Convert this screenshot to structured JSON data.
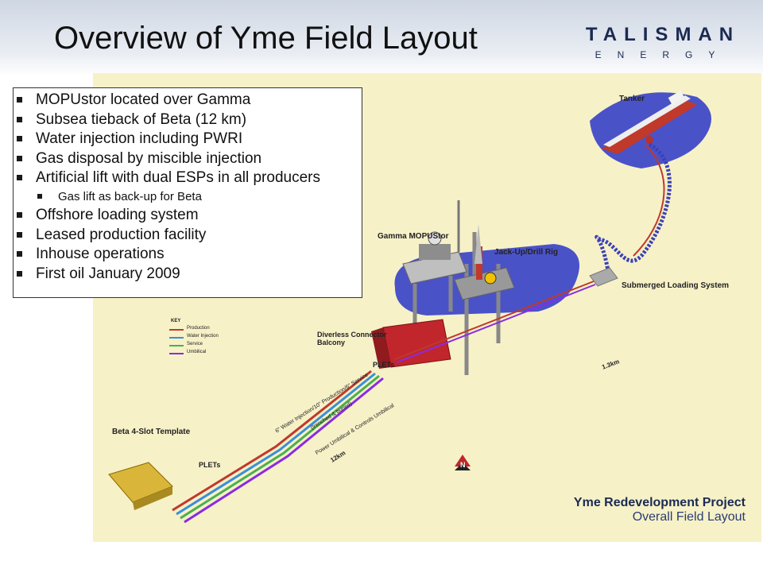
{
  "slide": {
    "title": "Overview of Yme Field Layout",
    "logo": {
      "name": "TALISMAN",
      "sub": "ENERGY"
    }
  },
  "bullets": [
    {
      "text": "MOPUstor located over Gamma",
      "level": 1
    },
    {
      "text": "Subsea tieback of Beta (12 km)",
      "level": 1
    },
    {
      "text": "Water injection including PWRI",
      "level": 1
    },
    {
      "text": "Gas disposal by miscible injection",
      "level": 1
    },
    {
      "text": "Artificial lift with dual ESPs in all producers",
      "level": 1
    },
    {
      "text": "Gas lift as back-up for Beta",
      "level": 2
    },
    {
      "text": "Offshore loading system",
      "level": 1
    },
    {
      "text": "Leased production facility",
      "level": 1
    },
    {
      "text": "Inhouse operations",
      "level": 1
    },
    {
      "text": "First oil January 2009",
      "level": 1
    }
  ],
  "diagram": {
    "labels": {
      "tanker": "Tanker",
      "mopustor": "Gamma MOPUStor",
      "jackup": "Jack-Up/Drill Rig",
      "loading": "Submerged Loading System",
      "connector": "Diverless Connector\nBalcony",
      "plets_top": "PLETs",
      "plets_bottom": "PLETs",
      "template": "Beta 4-Slot Template",
      "dist_short": "1.3km",
      "dist_long": "12km",
      "pipe1": "6\" Water Injection/10\" Production/6\" Service",
      "pipe2": "(trenched & buried)",
      "pipe3": "Power Umbilical & Controls Umbilical",
      "north": "N"
    },
    "key": {
      "title": "KEY",
      "items": [
        {
          "label": "Production",
          "color": "#c0392b"
        },
        {
          "label": "Water Injection",
          "color": "#3a8fd8"
        },
        {
          "label": "Service",
          "color": "#4caf50"
        },
        {
          "label": "Umbilical",
          "color": "#8a2be2"
        }
      ]
    },
    "project_title": "Yme Redevelopment Project",
    "project_subtitle": "Overall Field Layout"
  }
}
